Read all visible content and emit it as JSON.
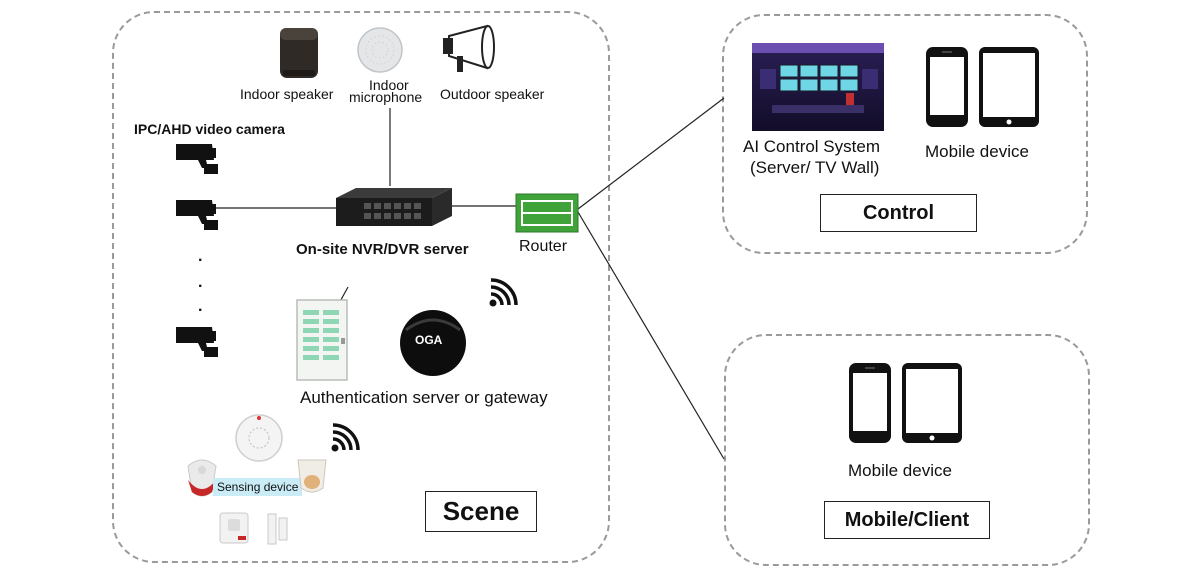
{
  "scene": {
    "title": "Scene",
    "indoor_speaker": "Indoor speaker",
    "indoor_microphone_line1": "Indoor",
    "indoor_microphone_line2": "microphone",
    "outdoor_speaker": "Outdoor speaker",
    "camera_group": "IPC/AHD video camera",
    "ellipsis": "·",
    "nvr_server": "On-site NVR/DVR server",
    "router": "Router",
    "auth_server": "Authentication server or gateway",
    "sensing_device": "Sensing device",
    "gateway_logo": "OGA"
  },
  "control": {
    "title": "Control",
    "ai_system_line1": "AI Control System",
    "ai_system_line2": "(Server/ TV Wall)",
    "mobile_device": "Mobile device"
  },
  "client": {
    "title": "Mobile/Client",
    "mobile_device": "Mobile device"
  }
}
